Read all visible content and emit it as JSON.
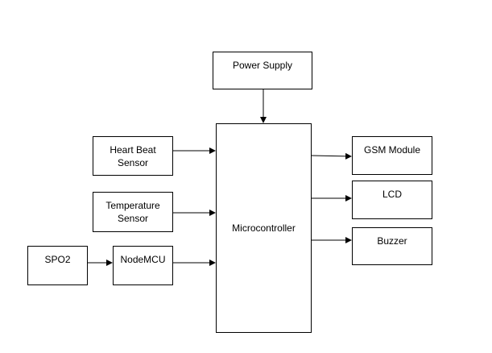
{
  "diagram": {
    "blocks": {
      "power_supply": {
        "label": "Power Supply"
      },
      "heart_beat": {
        "line1": "Heart Beat",
        "line2": "Sensor"
      },
      "temperature": {
        "line1": "Temperature",
        "line2": "Sensor"
      },
      "spo2": {
        "label": "SPO2"
      },
      "nodemcu": {
        "label": "NodeMCU"
      },
      "microcontroller": {
        "label": "Microcontroller"
      },
      "gsm": {
        "label": "GSM Module"
      },
      "lcd": {
        "label": "LCD"
      },
      "buzzer": {
        "label": "Buzzer"
      }
    },
    "connections": [
      {
        "from": "Power Supply",
        "to": "Microcontroller"
      },
      {
        "from": "Heart Beat Sensor",
        "to": "Microcontroller"
      },
      {
        "from": "Temperature Sensor",
        "to": "Microcontroller"
      },
      {
        "from": "SPO2",
        "to": "NodeMCU"
      },
      {
        "from": "NodeMCU",
        "to": "Microcontroller"
      },
      {
        "from": "Microcontroller",
        "to": "GSM Module"
      },
      {
        "from": "Microcontroller",
        "to": "LCD"
      },
      {
        "from": "Microcontroller",
        "to": "Buzzer"
      }
    ]
  }
}
